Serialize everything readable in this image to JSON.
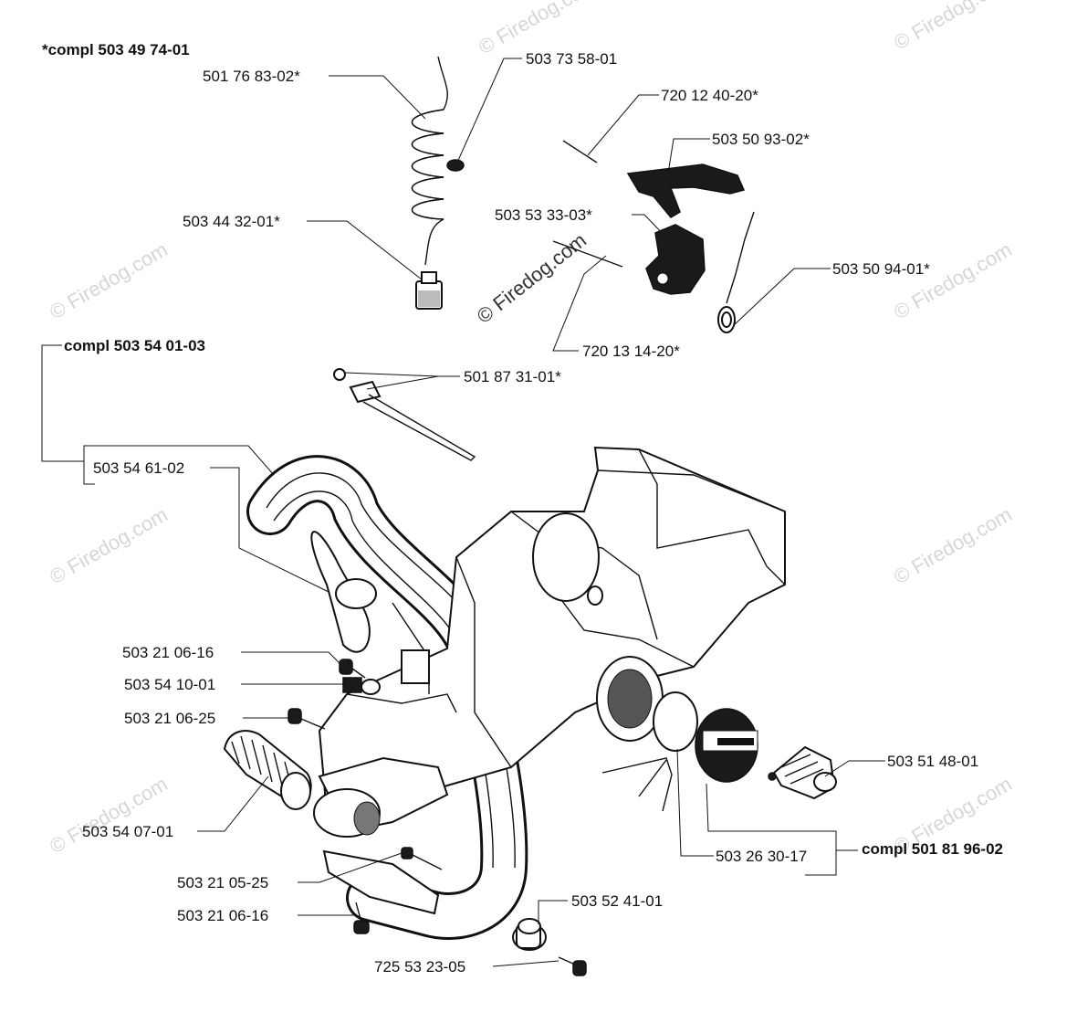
{
  "assemblies": {
    "fuel_kit": "*compl 503 49 74-01",
    "handle_kit": "compl 503 54 01-03",
    "cap_kit": "compl 501 81 96-02"
  },
  "watermark": {
    "text": "© Firedog.com",
    "color": "#d6d6d6"
  },
  "parts": {
    "fuel_hose": "501 76 83-02*",
    "hose_grommet": "503 73 58-01",
    "fuel_filter": "503 44 32-01*",
    "pin_a": "720 12 40-20*",
    "throttle_trigger": "503 50 93-02*",
    "throttle_lockout": "503 53 33-03*",
    "trigger_spring": "503 50 94-01*",
    "pin_b": "720 13 14-20*",
    "oil_pump_adjuster": "501 87 31-01*",
    "front_handle": "503 54 61-02",
    "screw_a": "503 21 06-16",
    "stud_mount": "503 54 10-01",
    "screw_b": "503 21 06-25",
    "av_spring": "503 54 07-01",
    "screw_c": "503 21 05-25",
    "screw_d": "503 21 06-16",
    "av_buffer": "503 52 41-01",
    "screw_e": "725 53 23-05",
    "check_valve": "503 51 48-01",
    "tank_cap": "503 26 30-17"
  }
}
